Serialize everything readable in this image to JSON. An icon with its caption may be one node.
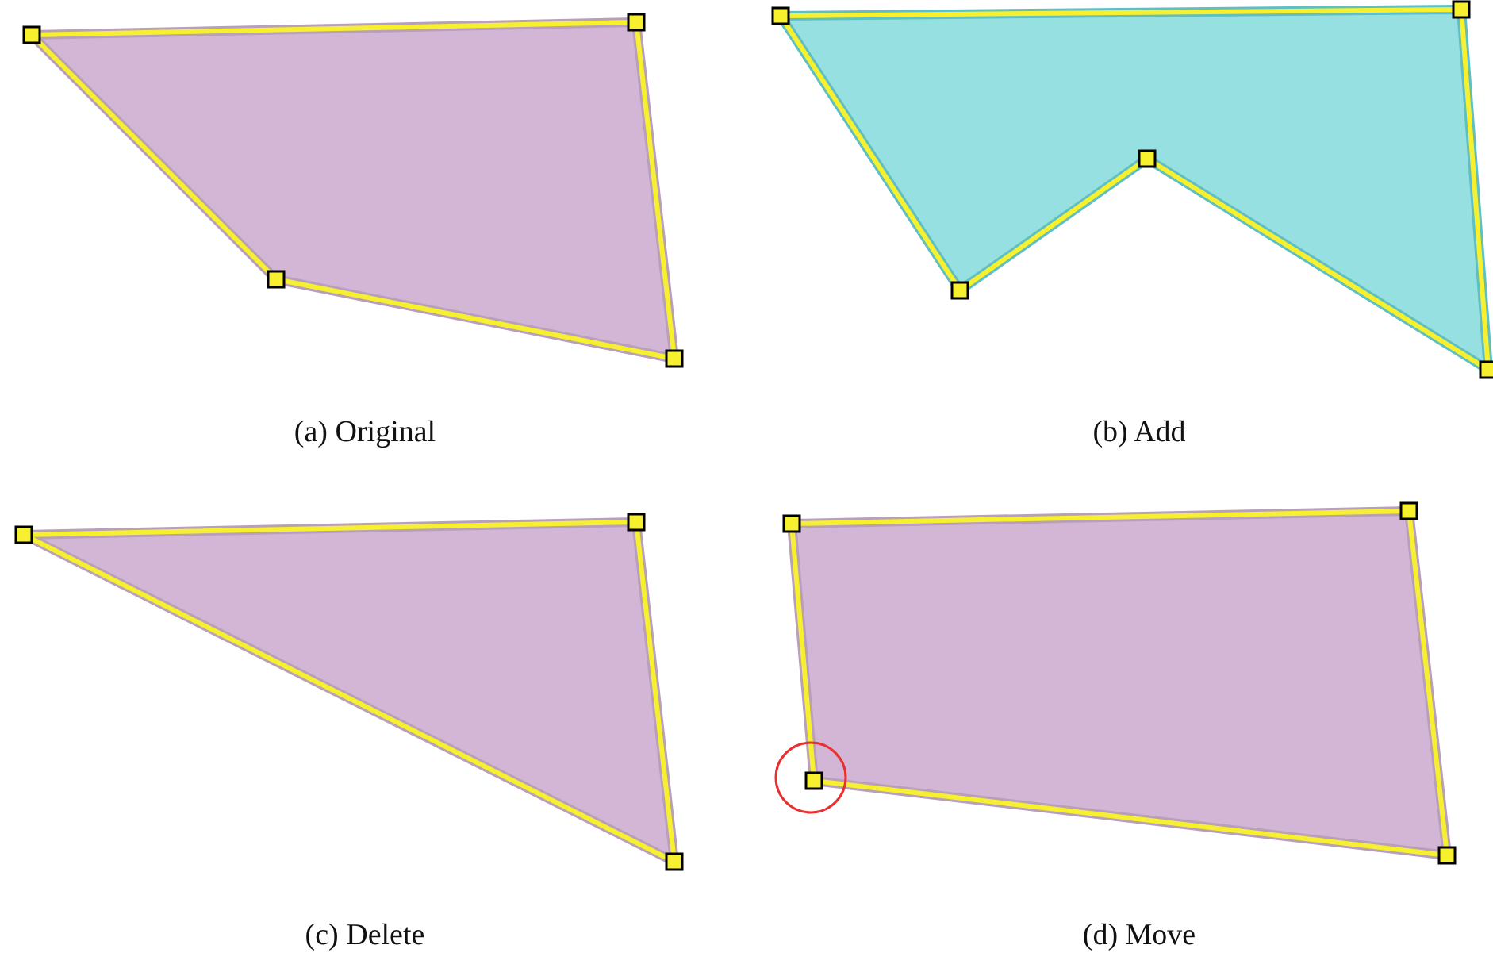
{
  "diagram": {
    "labels": [
      "(a) Original",
      "(b) Add",
      "(c) Delete",
      "(d) Move"
    ]
  }
}
